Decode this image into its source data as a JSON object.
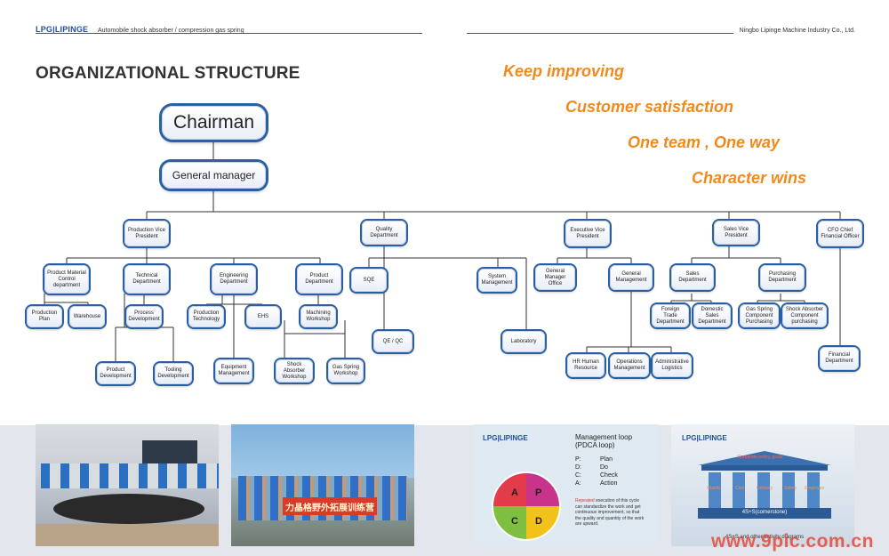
{
  "header": {
    "logo": "LPG|LIPINGE",
    "tagline": "Automobile shock absorber / compression gas spring",
    "company": "Ningbo Lipinge Machine Industry Co., Ltd."
  },
  "title": "ORGANIZATIONAL STRUCTURE",
  "slogans": [
    "Keep improving",
    "Customer satisfaction",
    "One team , One way",
    "Character wins"
  ],
  "org": {
    "chairman": "Chairman",
    "general_manager": "General manager",
    "production_vp": "Production Vice President",
    "quality_dept": "Quality Department",
    "executive_vp": "Executive Vice President",
    "sales_vp": "Sales Vice President",
    "cfo": "CFO Chief Financial Officer",
    "pmc": "Product Material Control department",
    "technical": "Technical Department",
    "engineering": "Engineering Department",
    "product_dept": "Product Department",
    "sqe": "SQE",
    "system_mgmt": "System Management",
    "gm_office": "General Manager Office",
    "general_mgmt": "General Management",
    "sales_dept": "Sales Department",
    "purchasing": "Purchasing Department",
    "production_plan": "Production Plan",
    "warehouse": "Warehouse",
    "process_dev": "Process Development",
    "production_tech": "Production Technology",
    "ehs": "EHS",
    "machining": "Machining Workshop",
    "qe_qc": "QE / QC",
    "laboratory": "Laboratory",
    "foreign_trade": "Foreign Trade Department",
    "domestic_sales": "Domestic Sales Department",
    "gas_spring_purchasing": "Gas Spring Component Purchasing",
    "shock_purchasing": "Shock Absorber Component purchasing",
    "product_dev": "Product Development",
    "tooling_dev": "Tooling Development",
    "equipment_mgmt": "Equipment Management",
    "shock_workshop": "Shock Absorber Workshop",
    "gas_workshop": "Gas Spring Workshop",
    "hr": "HR Human Resource",
    "operations": "Operations Management",
    "admin": "Administrative Logistics",
    "financial": "Financial Department"
  },
  "photos": {
    "banner": "力晶格野外拓展训练营"
  },
  "pdca": {
    "logo": "LPG|LIPINGE",
    "heading": "Management loop (PDCA loop)",
    "items": [
      {
        "key": "P:",
        "value": "Plan"
      },
      {
        "key": "D:",
        "value": "Do"
      },
      {
        "key": "C:",
        "value": "Check"
      },
      {
        "key": "A:",
        "value": "Action"
      }
    ],
    "body_highlight": "Repeated",
    "body": "execution of this cycle can standardize the work and get continuous improvement, so that the quality and quantity of the work are upward.",
    "quadrants": {
      "a": "A",
      "p": "P",
      "c": "C",
      "d": "D"
    },
    "colors": {
      "a": "#e23b4a",
      "p": "#c8348a",
      "c": "#7fbf3f",
      "d": "#f2c21b"
    }
  },
  "temple": {
    "logo": "LPG|LIPINGE",
    "roof": "Corporate policy, goals",
    "pillar_labels": [
      "Quality",
      "Cost",
      "Delivery",
      "Safety",
      "Employee"
    ],
    "base": "4S+S(cornerstone)",
    "caption": "4S+S and other activity diagrams"
  },
  "watermark": "www.9pic.com.cn"
}
